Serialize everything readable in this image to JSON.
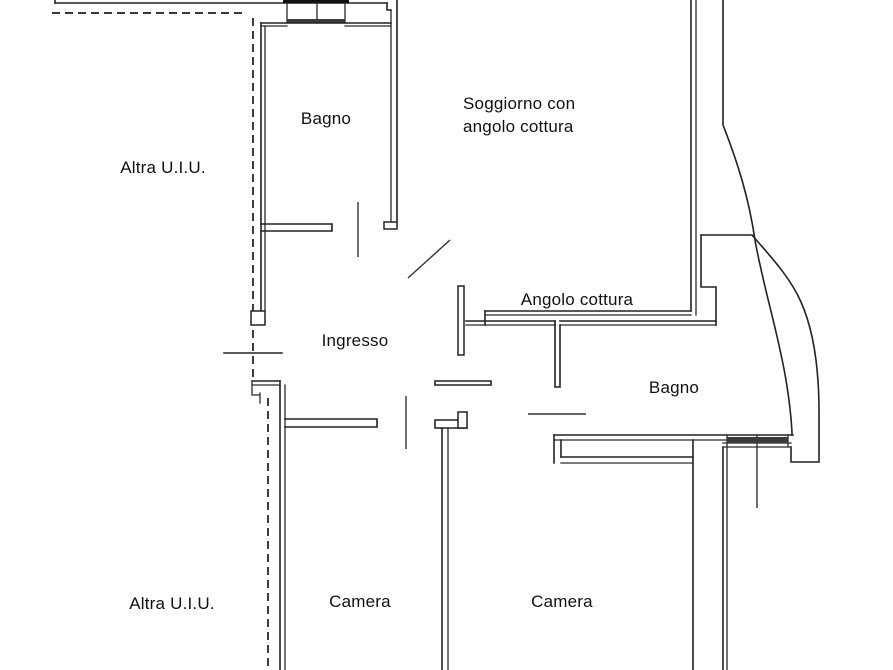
{
  "page": {
    "background_color": "#ffffff",
    "line_color": "#222222",
    "kind": "apartment floor plan drawing"
  },
  "floor_plan": {
    "labels": {
      "bathroom_top": "Bagno",
      "living_room_line1": "Soggiorno con",
      "living_room_line2": "angolo cottura",
      "other_unit_top": "Altra U.I.U.",
      "kitchenette": "Angolo cottura",
      "entrance": "Ingresso",
      "bathroom_bottom": "Bagno",
      "bedroom_left": "Camera",
      "bedroom_right": "Camera",
      "other_unit_bottom": "Altra U.I.U."
    }
  }
}
